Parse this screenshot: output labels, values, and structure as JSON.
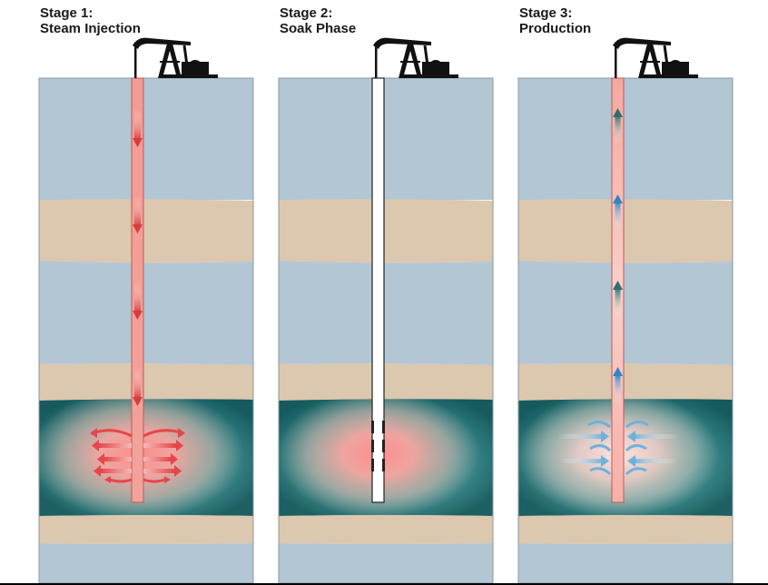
{
  "stages": [
    {
      "number_label": "Stage 1:",
      "name": "Steam Injection"
    },
    {
      "number_label": "Stage 2:",
      "name": "Soak Phase"
    },
    {
      "number_label": "Stage 3:",
      "name": "Production"
    }
  ],
  "colors": {
    "water_layer": "#b3c6d4",
    "sand_layer": "#dcc8ae",
    "reservoir": "#3f8e90",
    "reservoir_dark": "#14595c",
    "steam": "#f09090",
    "steam_arrow": "#e24848",
    "production_arrow": "#3c8ec8",
    "pump_jack": "#111111"
  },
  "icons": [
    "pump-jack-icon",
    "down-arrow-icon",
    "up-arrow-icon",
    "inflow-arrow-icon",
    "outflow-arrow-icon"
  ]
}
